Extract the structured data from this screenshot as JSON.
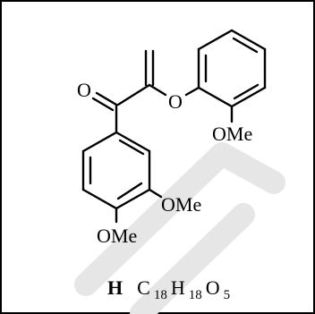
{
  "molecule": {
    "atoms": {
      "carbonyl_o": "O",
      "ether_o": "O",
      "ome_top": "OMe",
      "ome_meta": "OMe",
      "ome_para": "OMe"
    },
    "compound_label": "H",
    "formula": {
      "c": "C",
      "c_count": "18",
      "h": "H",
      "h_count": "18",
      "o": "O",
      "o_count": "5"
    }
  },
  "colors": {
    "ink": "#000000",
    "watermark": "#e6e6e6",
    "background": "#ffffff"
  }
}
